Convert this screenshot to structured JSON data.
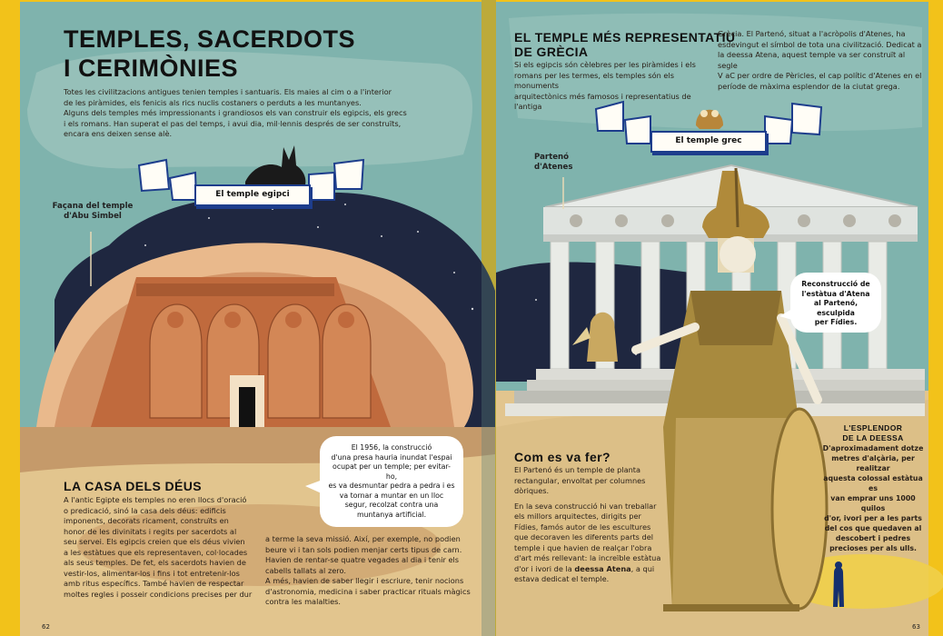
{
  "left_page": {
    "title_line1": "TEMPLES, SACERDOTS",
    "title_line2": "I CERIMÒNIES",
    "intro": [
      "Totes les civilitzacions antigues tenien temples i santuaris. Els maies al cim o a l'interior",
      "de les piràmides, els fenicis als rics nuclis costaners o perduts a les muntanyes.",
      "Alguns dels temples més impressionants i grandiosos els van construir els egipcis, els grecs",
      "i els romans. Han superat el pas del temps, i avui dia, mil·lennis després de ser construïts,",
      "encara ens deixen sense alè."
    ],
    "ribbon_label": "El temple egipci",
    "facade_label_line1": "Façana del temple",
    "facade_label_line2": "d'Abu Simbel",
    "bubble_lines": [
      "El 1956, la construcció",
      "d'una presa hauria inundat l'espai",
      "ocupat per un temple; per evitar-ho,",
      "es va desmuntar pedra a pedra i es",
      "va tornar a muntar en un lloc",
      "segur, recolzat contra una",
      "muntanya artificial."
    ],
    "section_heading": "LA CASA DELS DÉUS",
    "col1": [
      "A l'antic Egipte els temples no eren llocs d'oració",
      "o predicació, sinó la casa dels déus: edificis",
      "imponents, decorats ricament, construïts en",
      "honor de les divinitats i regits per sacerdots al",
      "seu servei. Els egipcis creien que els déus vivien",
      "a les estàtues que els representaven, col·locades",
      "als seus temples. De fet, els sacerdots havien de",
      "vestir-los, alimentar-los i fins i tot entretenir-los",
      "amb ritus específics. També havien de respectar",
      "moltes regles i posseir condicions precises per dur"
    ],
    "col2": [
      "a terme la seva missió. Així, per exemple, no podien",
      "beure vi i tan sols podien menjar certs tipus de carn.",
      "Havien de rentar-se quatre vegades al dia i tenir els",
      "cabells tallats al zero.",
      "A més, havien de saber llegir i escriure, tenir nocions",
      "d'astronomia, medicina i saber practicar rituals màgics",
      "contra les malalties."
    ],
    "page_number": "62"
  },
  "right_page": {
    "title_line1": "EL TEMPLE MÉS REPRESENTATIU",
    "title_line2": "DE GRÈCIA",
    "intro_col1": [
      "Si els egipcis són cèlebres per les piràmides i els",
      "romans per les termes, els temples són els monuments",
      "arquitectònics més famosos i representatius de l'antiga"
    ],
    "intro_col2": [
      "Grècia. El Partenó, situat a l'acròpolis d'Atenes, ha",
      "esdevingut el símbol de tota una civilització. Dedicat a",
      "la deessa Atena, aquest temple va ser construït al segle",
      "V aC per ordre de Pèricles, el cap polític d'Atenes en el",
      "període de màxima esplendor de la ciutat grega."
    ],
    "ribbon_label": "El temple grec",
    "parthenon_label_line1": "Partenó",
    "parthenon_label_line2": "d'Atenes",
    "bubble_lines": [
      "Reconstrucció de",
      "l'estàtua d'Atena",
      "al Partenó, esculpida",
      "per Fídies."
    ],
    "how_heading": "Com es va fer?",
    "how_paragraph1": [
      "El Partenó és un temple de planta",
      "rectangular, envoltat per columnes",
      "dòriques."
    ],
    "how_paragraph2": [
      "En la seva construcció hi van treballar",
      "els millors arquitectes, dirigits per",
      "Fídies, famós autor de les escultures",
      "que decoraven les diferents parts del",
      "temple i que havien de realçar l'obra",
      "d'art més rellevant: la increïble estàtua",
      "d'or i ivori de la"
    ],
    "how_bold": "deessa Atena",
    "how_tail": ", a qui",
    "how_last": "estava dedicat el temple.",
    "side_heading_line1": "L'ESPLENDOR",
    "side_heading_line2": "DE LA DEESSA",
    "side_text": [
      "D'aproximadament dotze",
      "metres d'alçària, per realitzar",
      "aquesta colossal estàtua es",
      "van emprar uns 1000 quilos",
      "d'or, ivori per a les parts",
      "del cos que quedaven al",
      "descobert i pedres",
      "precioses per als ulls."
    ],
    "page_number": "63"
  },
  "colors": {
    "teal_sky": "#7fb3ad",
    "night_sky": "#1f2740",
    "sand": "#e2c58e",
    "brick": "#c06a3d",
    "gold": "#b08a3a",
    "ribbon_blue": "#1d3d8c",
    "book_yellow": "#f2c21a"
  }
}
